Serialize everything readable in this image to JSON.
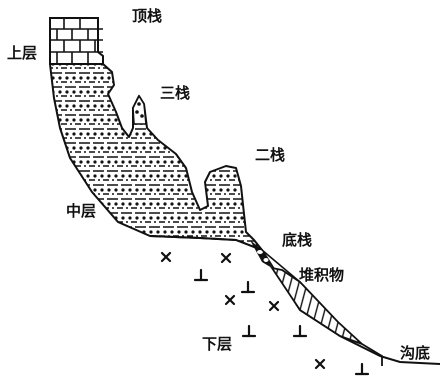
{
  "labels": {
    "top_step": "顶栈",
    "third_step": "三栈",
    "second_step": "二栈",
    "bottom_step": "底栈",
    "deposit": "堆积物",
    "upper_layer": "上层",
    "middle_layer": "中层",
    "lower_layer": "下层",
    "gully_floor": "沟底"
  },
  "colors": {
    "ink": "#111111",
    "background": "#ffffff"
  }
}
